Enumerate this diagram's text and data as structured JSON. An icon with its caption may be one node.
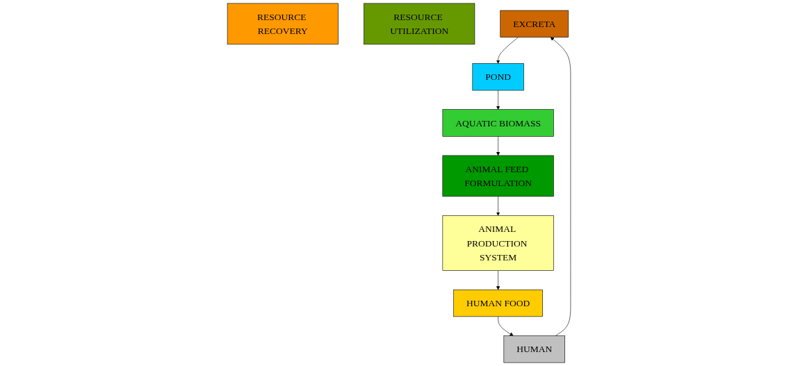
{
  "diagram": {
    "nodes": [
      {
        "text": [
          "RESOURCE RECOVERY"
        ]
      },
      {
        "text": [
          "RESOURCE UTILIZATION"
        ]
      },
      {
        "text": [
          "EXCRETA"
        ]
      },
      {
        "text": [
          "POND"
        ]
      },
      {
        "text": [
          "AQUATIC BIOMASS"
        ]
      },
      {
        "text": [
          "HUMAN"
        ]
      },
      {
        "text": [
          "HUMAN FOOD"
        ]
      },
      {
        "text": [
          "ANIMAL PRODUCTION SYSTEM"
        ]
      },
      {
        "text": [
          "ANIMAL FEED FORMULATION"
        ]
      }
    ],
    "edges": [
      {
        "from": 5,
        "to": 2,
        "arrow": "to"
      },
      {
        "from": 2,
        "to": 3,
        "arrow": "to"
      },
      {
        "from": 3,
        "to": 4,
        "arrow": "to"
      },
      {
        "from": 4,
        "to": 8,
        "arrow": "to"
      },
      {
        "from": 8,
        "to": 7,
        "arrow": "to"
      },
      {
        "from": 7,
        "to": 6,
        "arrow": "to"
      },
      {
        "from": 6,
        "to": 5,
        "arrow": "to"
      }
    ]
  }
}
